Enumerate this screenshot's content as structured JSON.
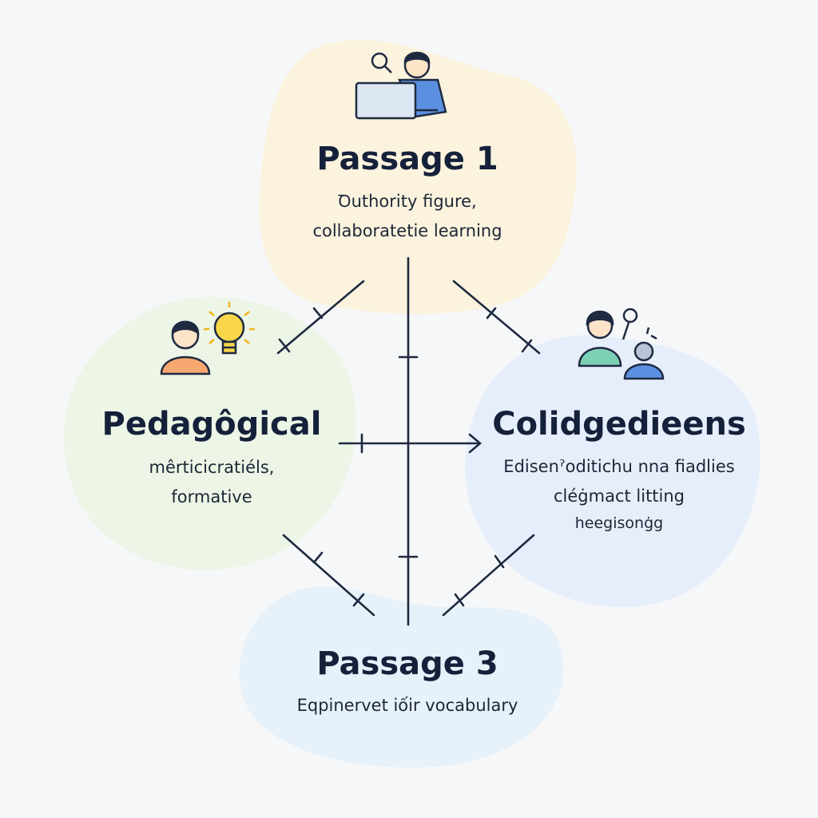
{
  "colors": {
    "blob_top": "#fbf3de",
    "blob_left": "#edf5e6",
    "blob_right": "#e7eefb",
    "blob_bottom": "#e6f1fa",
    "line": "#1e2a40",
    "text": "#15213a"
  },
  "nodes": {
    "top": {
      "title": "Passage 1",
      "lines": [
        "Ꝺuthority figure,",
        "collaboratetie learning"
      ],
      "icons": [
        "person-at-laptop-icon",
        "magnifier-icon"
      ]
    },
    "left": {
      "title": "Pedagôgical",
      "lines": [
        "mêrticicratiéls,",
        "formative"
      ],
      "icons": [
        "person-icon",
        "lightbulb-icon"
      ]
    },
    "right": {
      "title": "Colidgedieens",
      "lines": [
        "Edisenˀoditichu nna fiadlies",
        "cléġmact litting",
        "heegisonġg"
      ],
      "icons": [
        "two-people-icon",
        "lightbulb-outline-icon"
      ]
    },
    "bottom": {
      "title": "Passage 3",
      "lines": [
        "Eqpinervet iốir vocabulary"
      ]
    }
  }
}
